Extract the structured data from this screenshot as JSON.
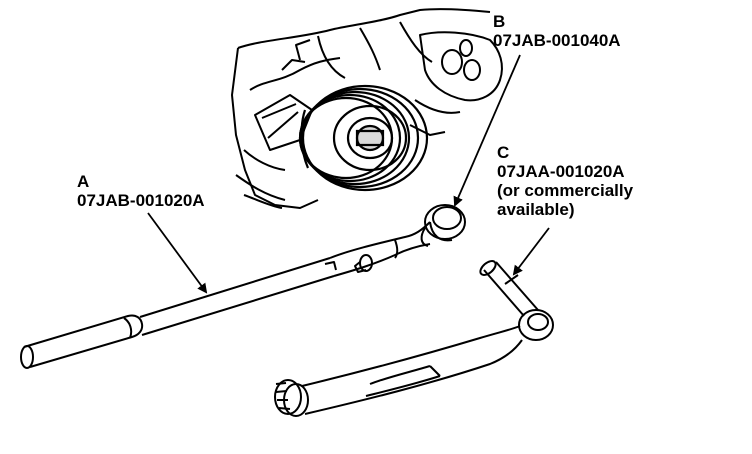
{
  "callouts": {
    "a": {
      "letter": "A",
      "part_number": "07JAB-001020A"
    },
    "b": {
      "letter": "B",
      "part_number": "07JAB-001040A"
    },
    "c": {
      "letter": "C",
      "part_number": "07JAA-001020A",
      "note_line1": "(or commercially",
      "note_line2": "available)"
    }
  }
}
